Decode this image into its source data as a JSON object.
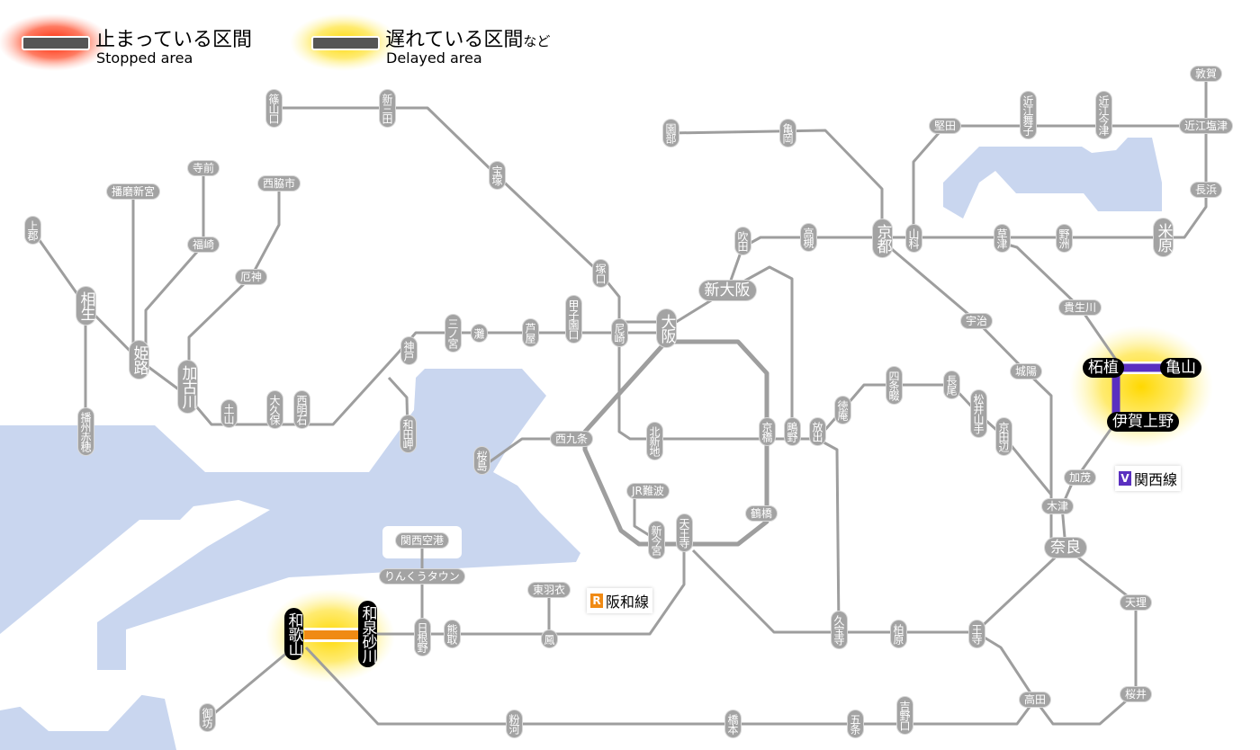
{
  "legend": {
    "stopped_title": "止まっている区間",
    "stopped_sub": "Stopped area",
    "delayed_title": "遅れている区間",
    "delayed_title_suffix": "など",
    "delayed_sub": "Delayed area"
  },
  "colors": {
    "water": "#c9d6ef",
    "line": "#9e9e9e",
    "station": "#a3a3a3",
    "stopped": "#ff3300",
    "delayed": "#ffd800",
    "hanwa": "#f08a14",
    "kansai": "#5a2fc0"
  },
  "line_labels": [
    {
      "badge": "R",
      "name": "阪和線",
      "color": "#f08a14"
    },
    {
      "badge": "V",
      "name": "関西線",
      "color": "#5a2fc0"
    }
  ],
  "stations": [
    "篠山口",
    "新三田",
    "宝塚",
    "塚口",
    "尼崎",
    "甲子園口",
    "芦屋",
    "灘",
    "三ノ宮",
    "神戸",
    "和田岬",
    "西明石",
    "大久保",
    "土山",
    "加古川",
    "厄神",
    "西脇市",
    "福崎",
    "寺前",
    "播磨新宮",
    "上郡",
    "相生",
    "姫路",
    "播州赤穂",
    "大阪",
    "新大阪",
    "吹田",
    "高槻",
    "京都",
    "山科",
    "園部",
    "亀岡",
    "堅田",
    "近江舞子",
    "近江今津",
    "近江塩津",
    "敦賀",
    "長浜",
    "米原",
    "野洲",
    "草津",
    "貴生川",
    "柘植",
    "亀山",
    "伊賀上野",
    "加茂",
    "木津",
    "奈良",
    "天理",
    "桜井",
    "高田",
    "王寺",
    "柏原",
    "久宝寺",
    "宇治",
    "城陽",
    "京田辺",
    "松井山手",
    "長尾",
    "四条畷",
    "徳庵",
    "放出",
    "鴫野",
    "京橋",
    "北新地",
    "西九条",
    "桜島",
    "JR難波",
    "鶴橋",
    "新今宮",
    "天王寺",
    "東羽衣",
    "鳳",
    "熊取",
    "日根野",
    "りんくうタウン",
    "関西空港",
    "和泉砂川",
    "和歌山",
    "御坊",
    "粉河",
    "橋本",
    "五条",
    "吉野口"
  ]
}
